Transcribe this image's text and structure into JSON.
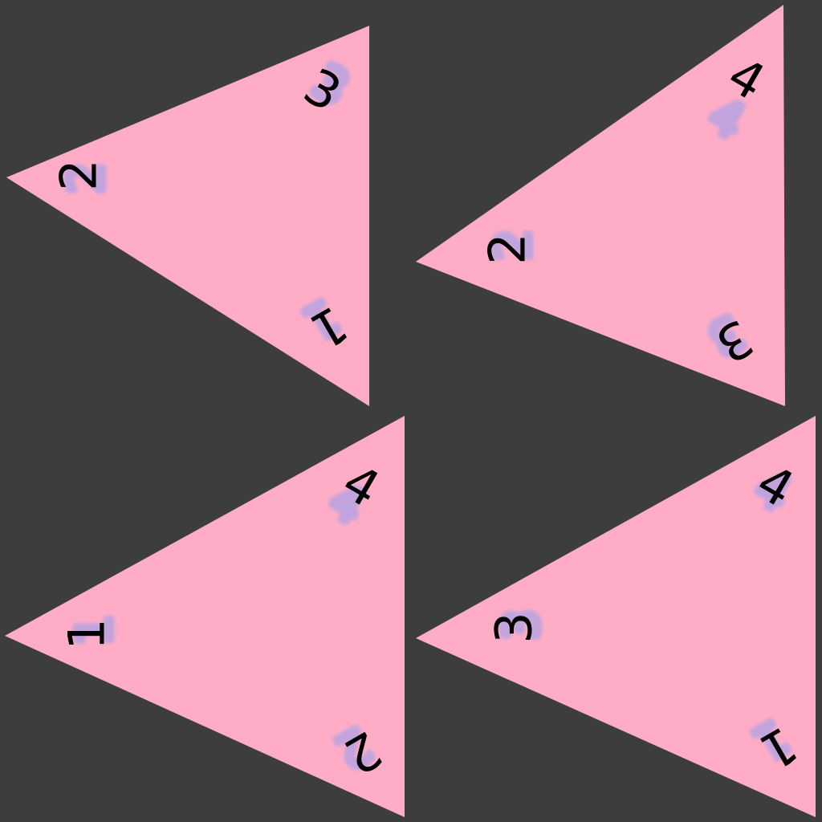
{
  "colors": {
    "background": "#3d3d3d",
    "triangle": "#ffadc6",
    "digit": "#000000",
    "scribble": "#8f9cf0"
  },
  "triangles": [
    {
      "labels": [
        "2",
        "3",
        "1"
      ]
    },
    {
      "labels": [
        "2",
        "4",
        "3"
      ]
    },
    {
      "labels": [
        "1",
        "4",
        "2"
      ]
    },
    {
      "labels": [
        "3",
        "4",
        "1"
      ]
    }
  ]
}
